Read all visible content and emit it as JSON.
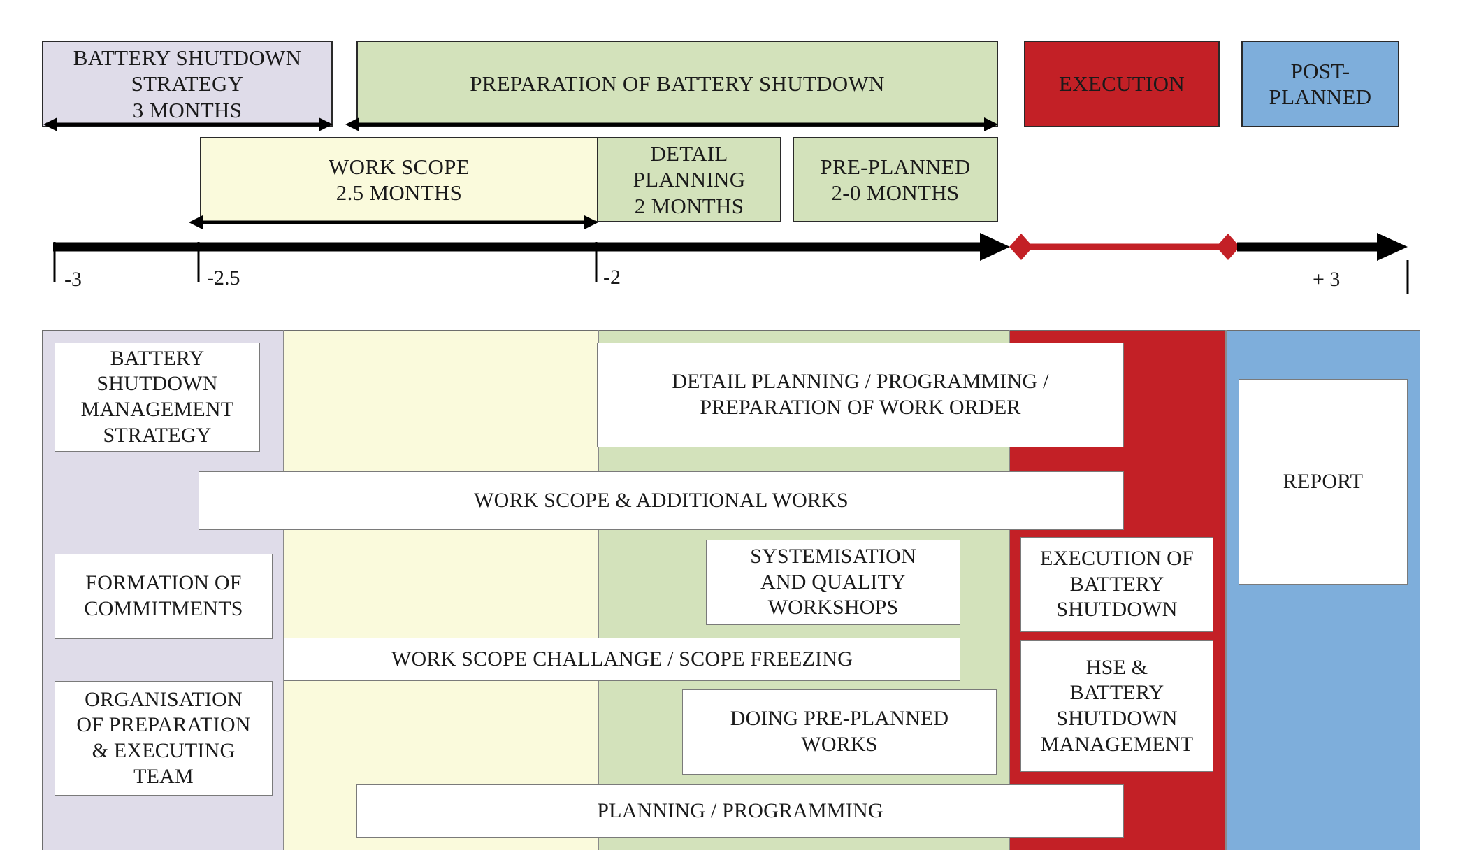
{
  "colors": {
    "strategy": "#dfdce9",
    "work_scope": "#fafadc",
    "preparation": "#d3e2bb",
    "execution": "#c32026",
    "post_planned": "#7eaedb",
    "timeline": "#000000",
    "execution_line": "#c32026"
  },
  "phases": {
    "strategy": "BATTERY SHUTDOWN\nSTRATEGY\n3 MONTHS",
    "preparation": "PREPARATION OF BATTERY SHUTDOWN",
    "execution": "EXECUTION",
    "post_planned": "POST-\nPLANNED"
  },
  "subphases": {
    "work_scope": "WORK SCOPE\n2.5 MONTHS",
    "detail_planning": "DETAIL\nPLANNING\n2 MONTHS",
    "pre_planned": "PRE-PLANNED\n2-0 MONTHS"
  },
  "timeline": {
    "ticks": [
      "-3",
      "-2.5",
      "-2",
      "+ 3"
    ]
  },
  "activities": {
    "shutdown_management_strategy": "BATTERY\nSHUTDOWN\nMANAGEMENT\nSTRATEGY",
    "detail_planning_work_order": "DETAIL PLANNING / PROGRAMMING /\nPREPARATION OF WORK ORDER",
    "work_scope_additional": "WORK SCOPE & ADDITIONAL WORKS",
    "formation_of_commitments": "FORMATION OF\nCOMMITMENTS",
    "systemisation_workshops": "SYSTEMISATION\nAND QUALITY\nWORKSHOPS",
    "scope_challenge": "WORK SCOPE CHALLANGE / SCOPE FREEZING",
    "organisation_team": "ORGANISATION\nOF PREPARATION\n& EXECUTING\nTEAM",
    "doing_pre_planned": "DOING PRE-PLANNED\nWORKS",
    "planning_programming": "PLANNING / PROGRAMMING",
    "execution_of_shutdown": "EXECUTION OF\nBATTERY\nSHUTDOWN",
    "hse_management": "HSE &\nBATTERY\nSHUTDOWN\nMANAGEMENT",
    "report": "REPORT"
  }
}
